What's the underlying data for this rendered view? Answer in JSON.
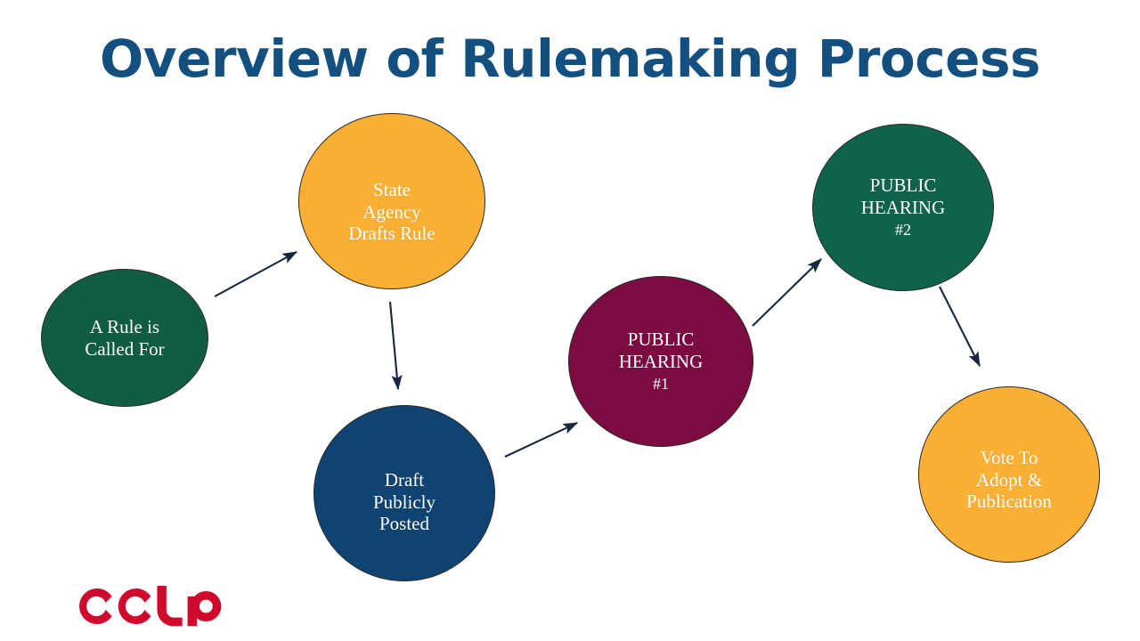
{
  "slide": {
    "title": "Overview of Rulemaking Process",
    "background_color": "#ffffff",
    "title_color": "#14507f"
  },
  "colors": {
    "green_dark": "#105c44",
    "green_dark_2": "#10634b",
    "orange": "#fbb034",
    "blue": "#0e4372",
    "maroon": "#7c0b42",
    "arrow": "#16273f",
    "logo_red": "#cf0a2c",
    "node_text": "#ffffff"
  },
  "nodes": [
    {
      "id": "rule-called-for",
      "label": "A Rule is\nCalled For",
      "sub": "",
      "color": "#105c44",
      "step": 1
    },
    {
      "id": "state-agency-drafts",
      "label": "State\nAgency\nDrafts Rule",
      "sub": "",
      "color": "#fbb034",
      "step": 2
    },
    {
      "id": "draft-publicly-posted",
      "label": "Draft\nPublicly\nPosted",
      "sub": "",
      "color": "#0e4372",
      "step": 3
    },
    {
      "id": "public-hearing-1",
      "label": "PUBLIC\nHEARING",
      "sub": "#1",
      "color": "#7c0b42",
      "step": 4
    },
    {
      "id": "public-hearing-2",
      "label": "PUBLIC\nHEARING",
      "sub": "#2",
      "color": "#10634b",
      "step": 5
    },
    {
      "id": "vote-adopt-publication",
      "label": "Vote To\nAdopt &\nPublication",
      "sub": "",
      "color": "#fbb034",
      "step": 6
    }
  ],
  "connectors": [
    {
      "from": "rule-called-for",
      "to": "state-agency-drafts"
    },
    {
      "from": "state-agency-drafts",
      "to": "draft-publicly-posted"
    },
    {
      "from": "draft-publicly-posted",
      "to": "public-hearing-1"
    },
    {
      "from": "public-hearing-1",
      "to": "public-hearing-2"
    },
    {
      "from": "public-hearing-2",
      "to": "vote-adopt-publication"
    }
  ],
  "logo": {
    "text": "CCLP",
    "color": "#cf0a2c"
  }
}
